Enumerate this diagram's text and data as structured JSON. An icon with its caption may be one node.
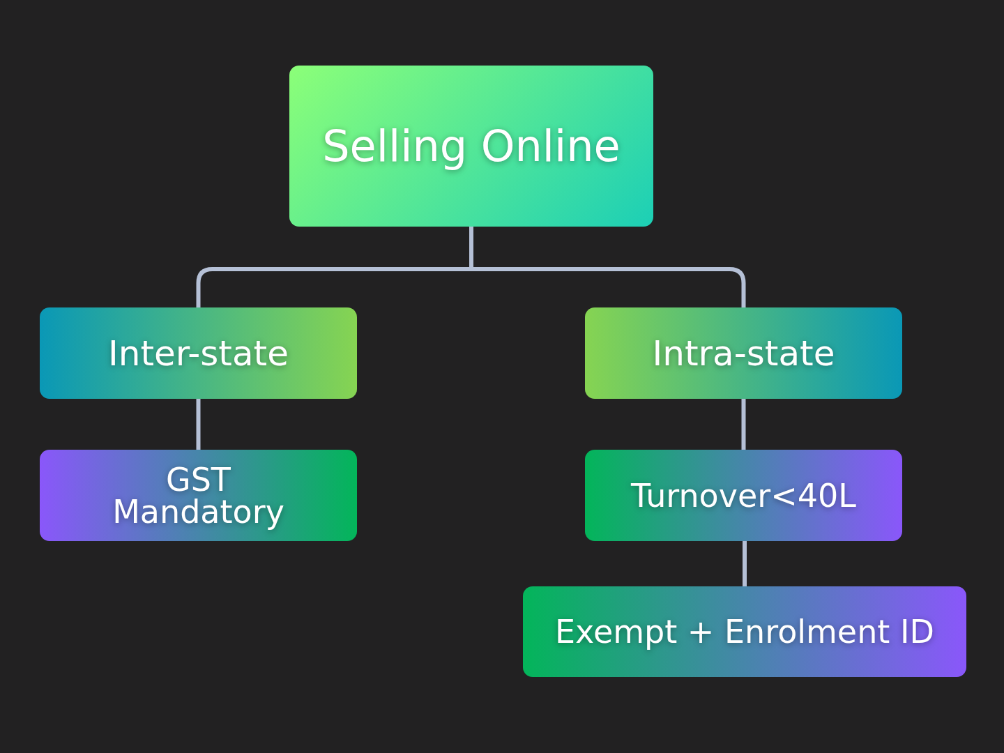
{
  "diagram": {
    "nodes": [
      {
        "text": [
          "Selling Online"
        ]
      },
      {
        "text": [
          "Inter-state"
        ]
      },
      {
        "text": [
          "Intra-state"
        ]
      },
      {
        "text": [
          "GST Mandatory"
        ]
      },
      {
        "text": [
          "Turnover<40L"
        ]
      },
      {
        "text": [
          "Exempt + Enrolment ID"
        ]
      }
    ],
    "edges": [
      {
        "from": 0,
        "to": 1,
        "arrow": "none"
      },
      {
        "from": 0,
        "to": 2,
        "arrow": "none"
      },
      {
        "from": 1,
        "to": 3,
        "arrow": "none"
      },
      {
        "from": 2,
        "to": 4,
        "arrow": "none"
      },
      {
        "from": 4,
        "to": 5,
        "arrow": "none"
      }
    ]
  }
}
